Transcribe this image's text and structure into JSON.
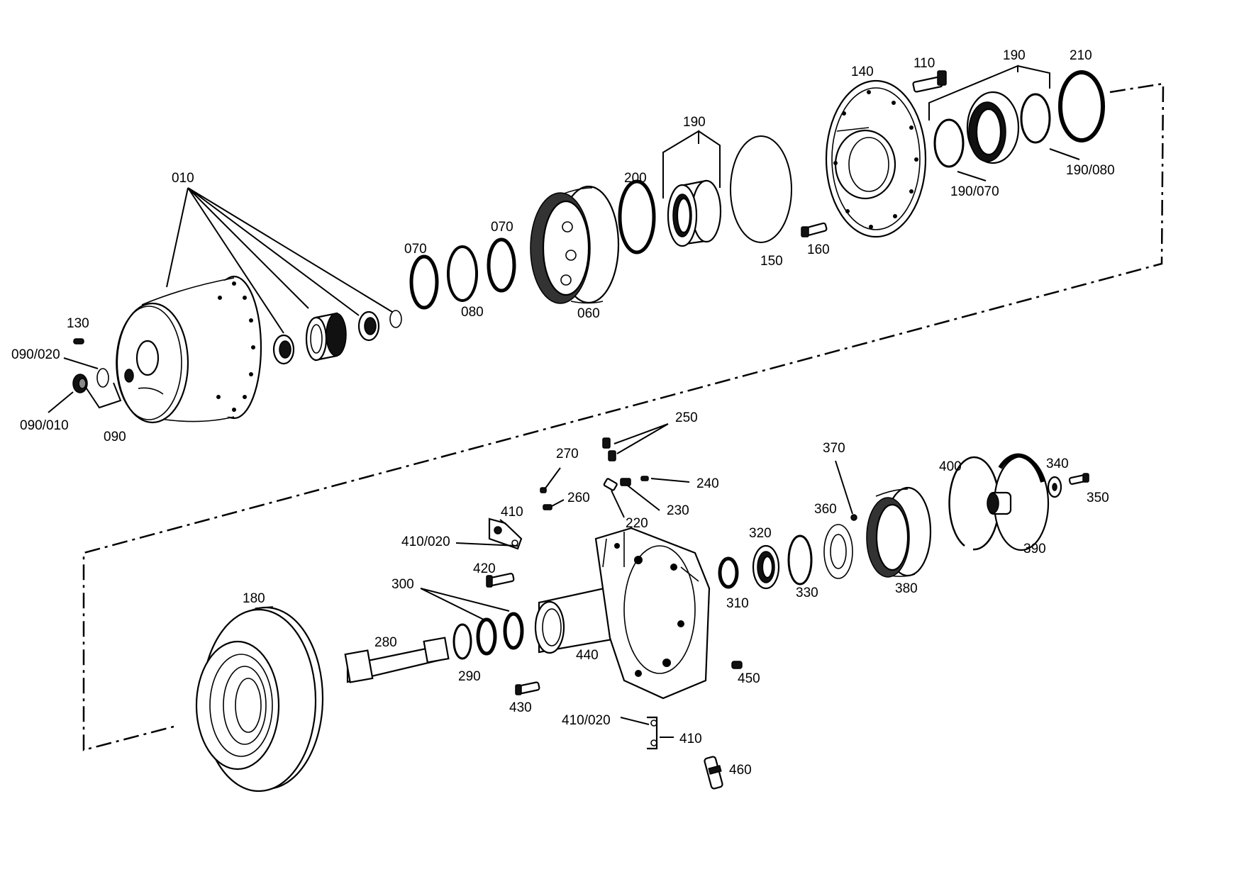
{
  "labels": {
    "p010": "010",
    "p060": "060",
    "p070a": "070",
    "p070b": "070",
    "p080": "080",
    "p090": "090",
    "p090_010": "090/010",
    "p090_020": "090/020",
    "p110": "110",
    "p130": "130",
    "p140": "140",
    "p150": "150",
    "p160": "160",
    "p180": "180",
    "p190a": "190",
    "p190b": "190",
    "p190_070": "190/070",
    "p190_080": "190/080",
    "p200": "200",
    "p210": "210",
    "p220": "220",
    "p230": "230",
    "p240": "240",
    "p250": "250",
    "p260": "260",
    "p270": "270",
    "p280": "280",
    "p290": "290",
    "p300": "300",
    "p310": "310",
    "p320": "320",
    "p330": "330",
    "p340": "340",
    "p350": "350",
    "p360": "360",
    "p370": "370",
    "p380": "380",
    "p390": "390",
    "p400": "400",
    "p410a": "410",
    "p410b": "410",
    "p410_020a": "410/020",
    "p410_020b": "410/020",
    "p420": "420",
    "p430": "430",
    "p440": "440",
    "p450": "450",
    "p460": "460"
  }
}
